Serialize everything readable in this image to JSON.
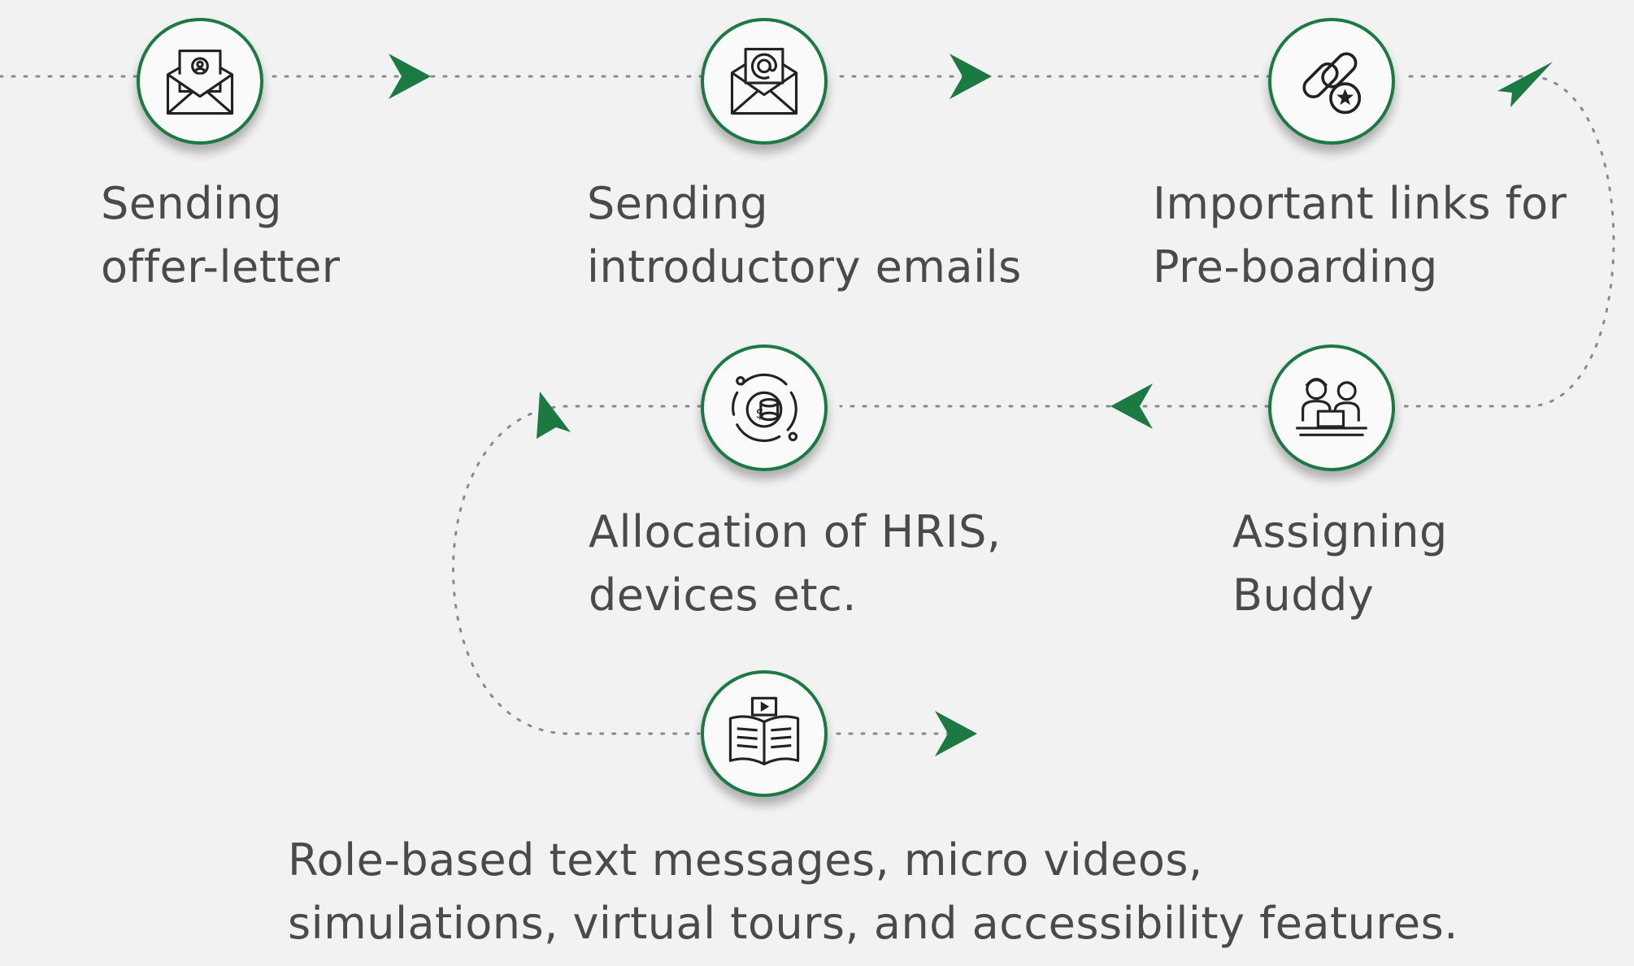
{
  "colors": {
    "accent": "#1a7a42",
    "text": "#4a4a4a",
    "background": "#f2f2f2"
  },
  "steps": [
    {
      "icon": "envelope-letter-icon",
      "lines": [
        "Sending",
        "offer-letter"
      ]
    },
    {
      "icon": "email-at-icon",
      "lines": [
        "Sending",
        "introductory emails"
      ]
    },
    {
      "icon": "link-star-icon",
      "lines": [
        "Important links for",
        "Pre-boarding"
      ]
    },
    {
      "icon": "buddy-people-icon",
      "lines": [
        "Assigning",
        "Buddy"
      ]
    },
    {
      "icon": "resource-allocation-icon",
      "lines": [
        "Allocation of HRIS,",
        "devices etc."
      ]
    },
    {
      "icon": "book-video-icon",
      "lines": [
        "Role-based text messages, micro videos,",
        "simulations, virtual tours, and accessibility features."
      ]
    }
  ]
}
